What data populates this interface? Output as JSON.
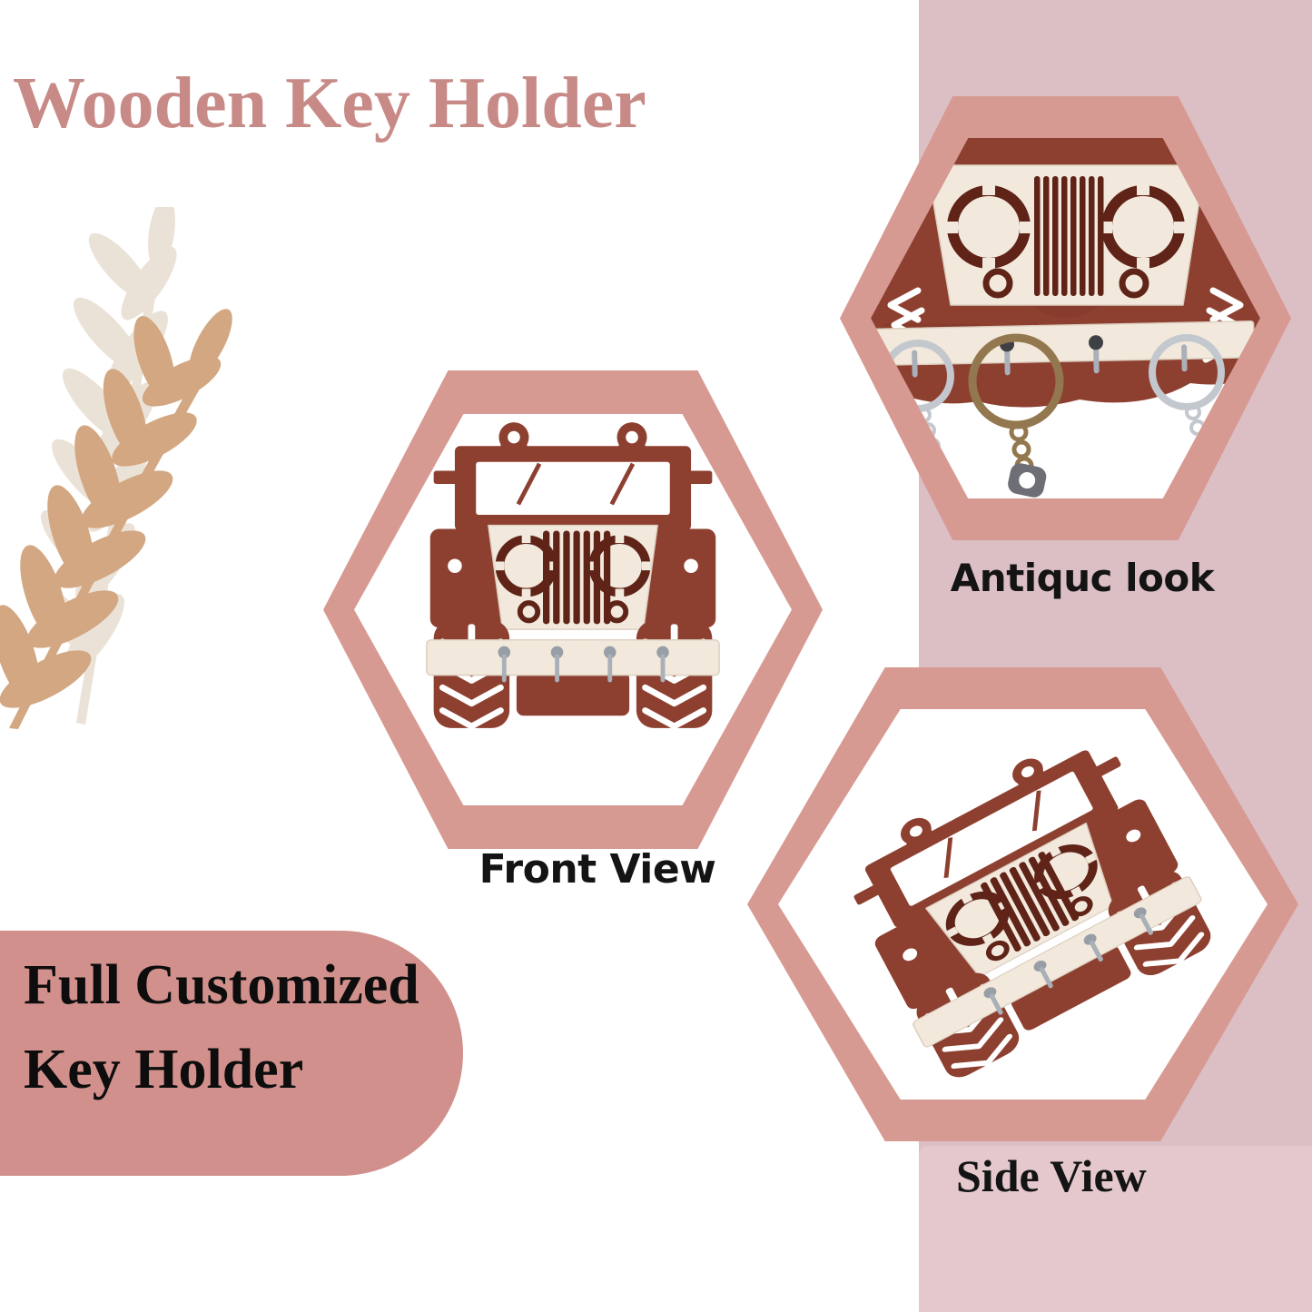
{
  "header": {
    "title": "Wooden Key Holder"
  },
  "views": {
    "front": {
      "label": "Front View"
    },
    "antique": {
      "label": "Antiquc look"
    },
    "side": {
      "label": "Side View"
    }
  },
  "banner": {
    "line1": "Full Customized",
    "line2": "Key Holder"
  },
  "colors": {
    "title": "#c88a86",
    "hex_border": "#d79a92",
    "band": "#dcbfc5",
    "side_panel": "#e5c8cc",
    "banner_bg": "#d1908c",
    "banner_text": "#0d0d0d",
    "label_text": "#141414",
    "leaf_back": "#ebe2d7",
    "leaf_front": "#d2a781",
    "wood": "#8e4030",
    "wood_dark": "#5f2318",
    "cream": "#f2e9dc",
    "metal": "#aab0b8",
    "silver": "#c3c8cf",
    "bronze": "#93784f",
    "photo_bg": "#ffffff"
  }
}
